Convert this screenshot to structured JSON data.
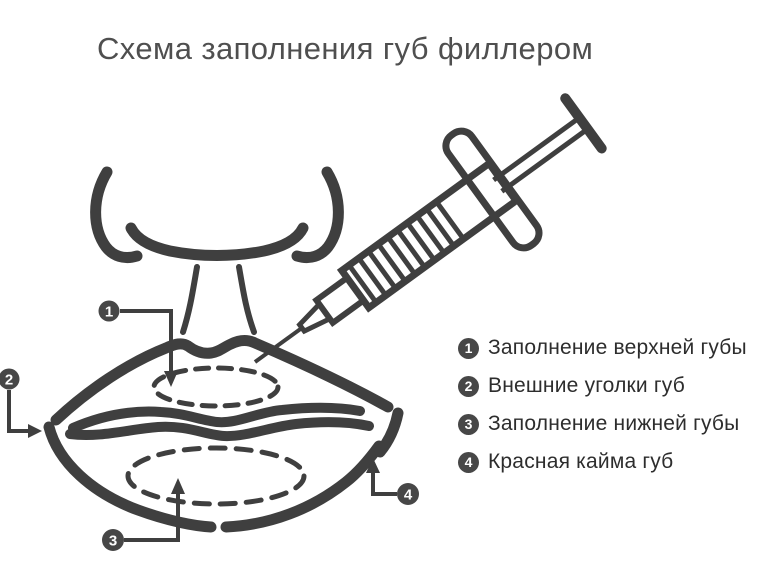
{
  "title": "Схема заполнения губ филлером",
  "colors": {
    "background": "#ffffff",
    "ink": "#3f3f3f",
    "title_text": "#4f4f4f",
    "legend_text": "#2d2d2d",
    "badge_fill": "#474747",
    "badge_number": "#ffffff"
  },
  "legend": {
    "items": [
      {
        "num": "1",
        "label": "Заполнение верхней губы"
      },
      {
        "num": "2",
        "label": "Внешние уголки губ"
      },
      {
        "num": "3",
        "label": "Заполнение нижней губы"
      },
      {
        "num": "4",
        "label": "Красная кайма губ"
      }
    ]
  },
  "diagram": {
    "markers": [
      {
        "num": "1",
        "target": "upper-lip-fill-zone"
      },
      {
        "num": "2",
        "target": "outer-lip-corner"
      },
      {
        "num": "3",
        "target": "lower-lip-fill-zone"
      },
      {
        "num": "4",
        "target": "vermilion-border"
      }
    ]
  }
}
